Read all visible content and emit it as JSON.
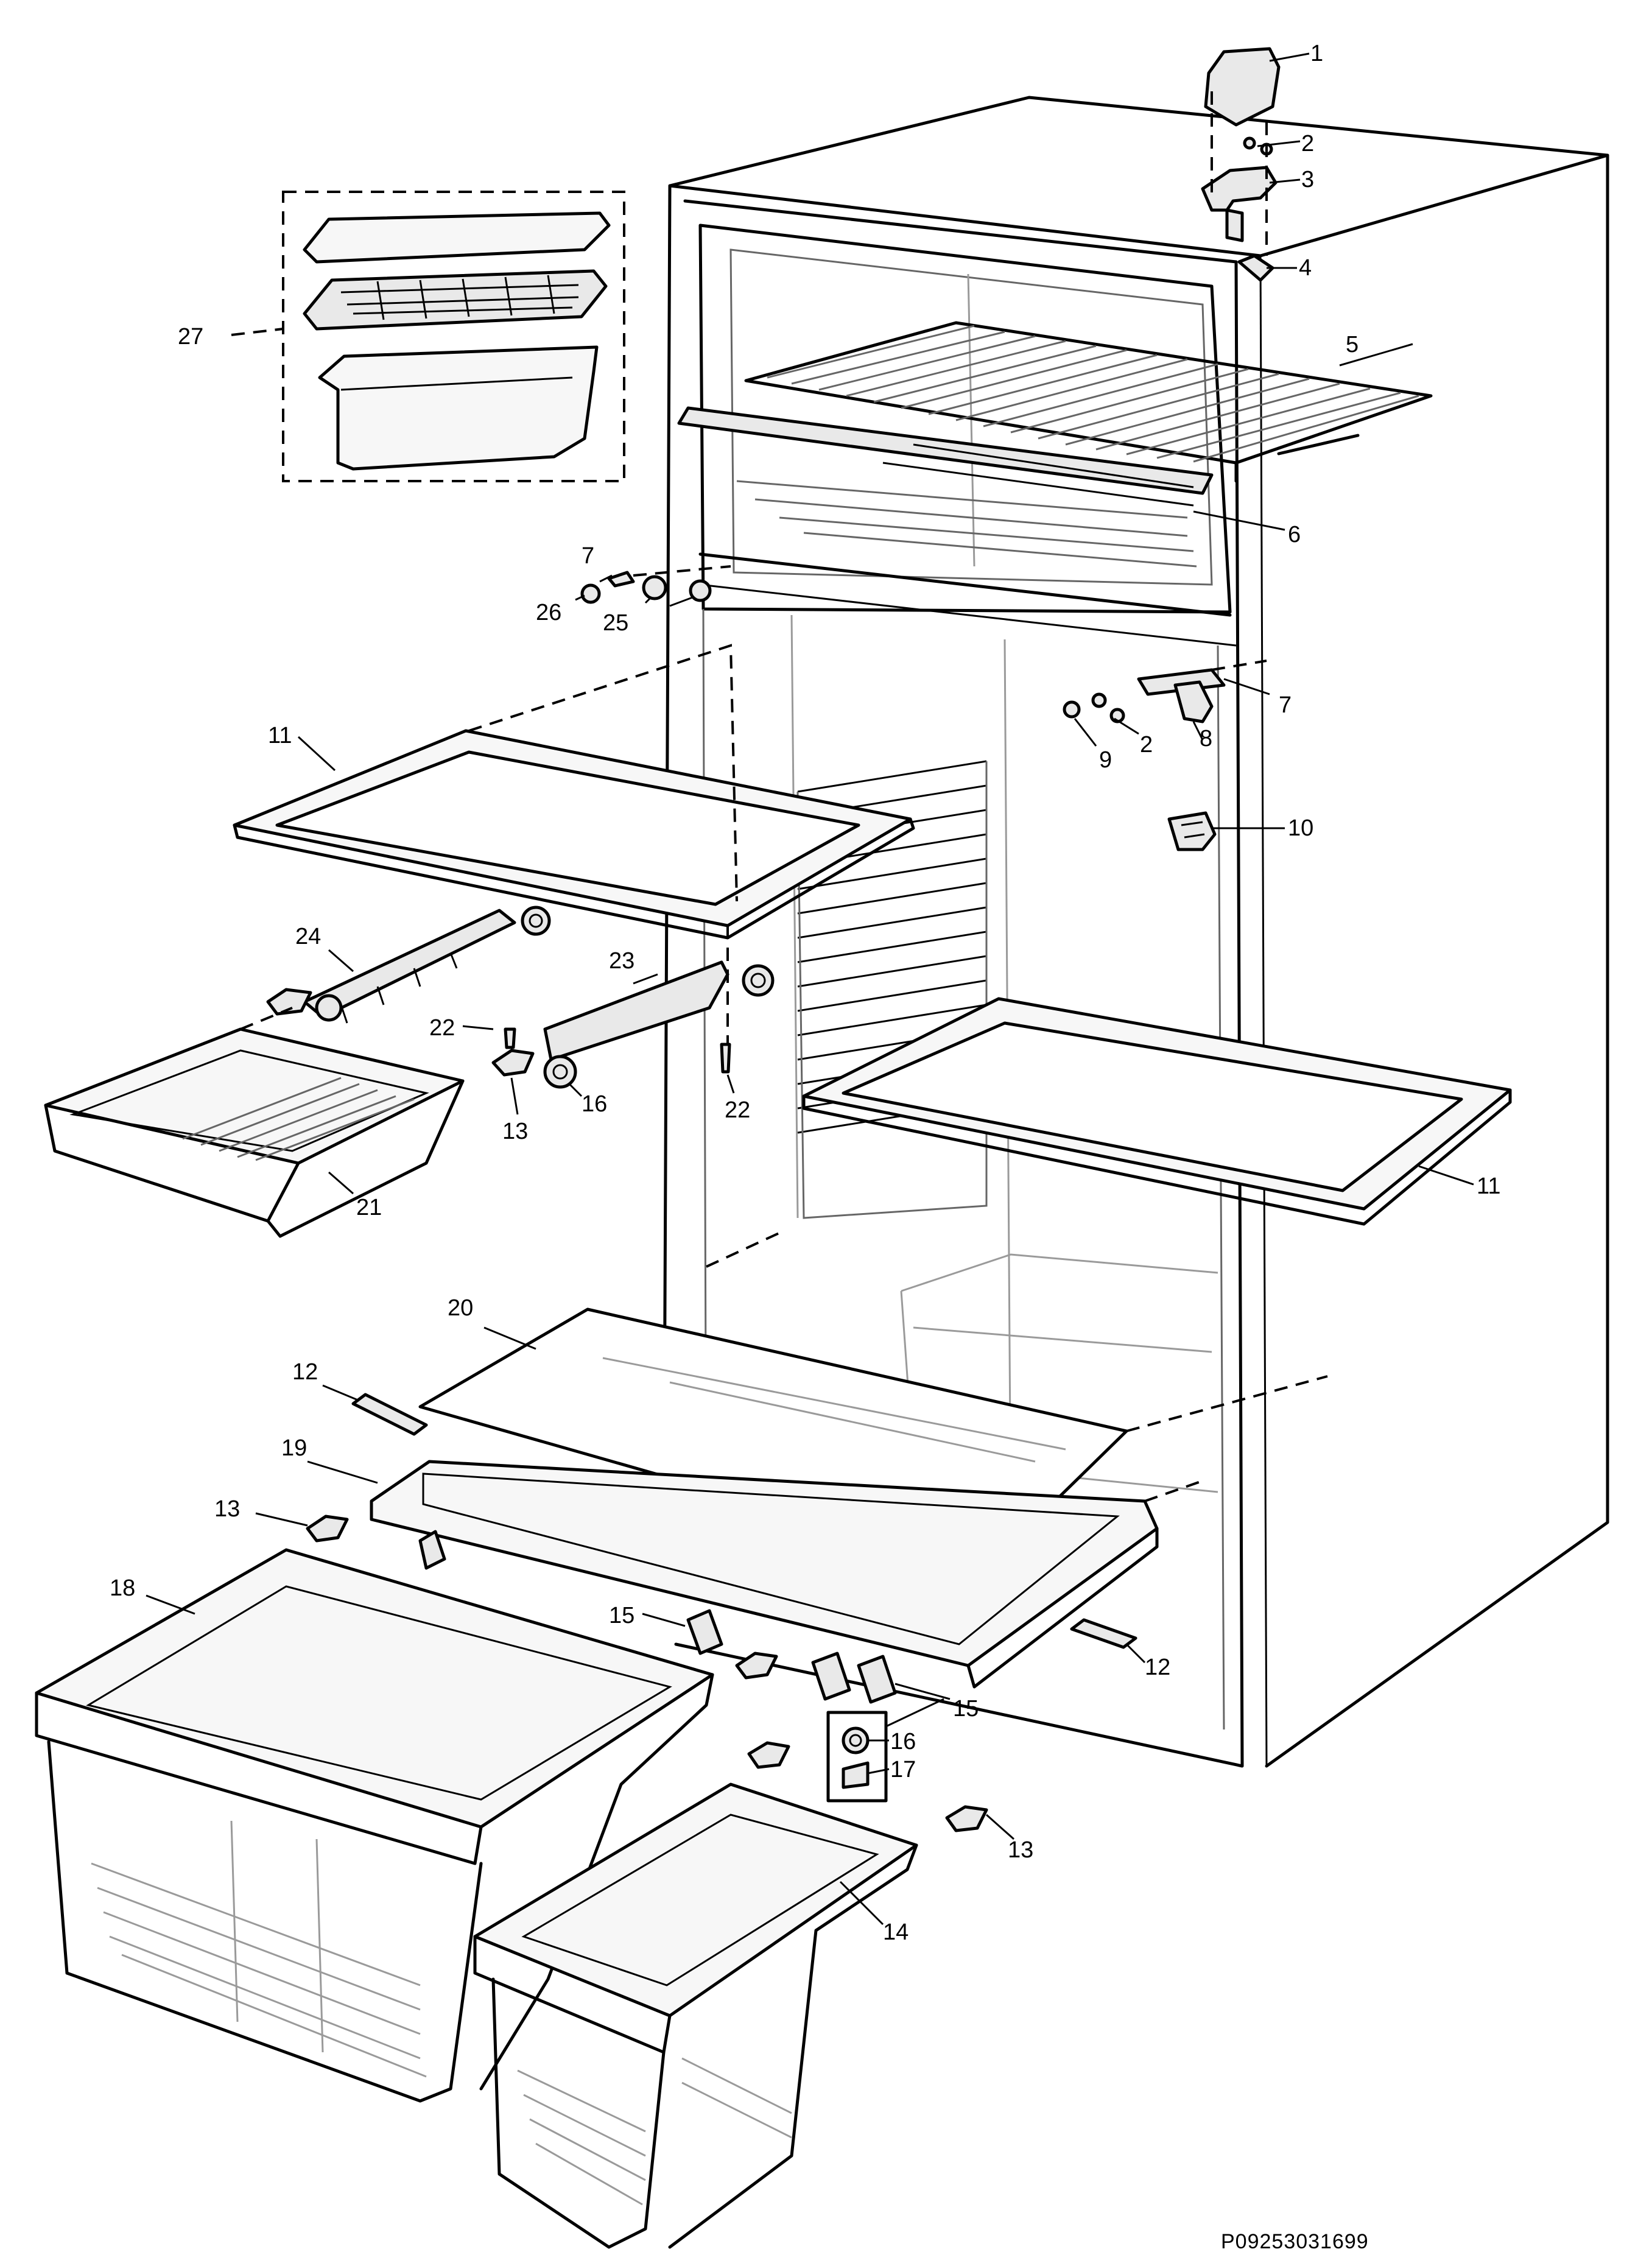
{
  "drawing_code": "P09253031699",
  "callouts": {
    "c1": "1",
    "c2a": "2",
    "c3": "3",
    "c4": "4",
    "c5": "5",
    "c6": "6",
    "c7a": "7",
    "c7b": "7",
    "c2b": "2",
    "c8": "8",
    "c9": "9",
    "c10": "10",
    "c26": "26",
    "c25": "25",
    "c27": "27",
    "c11a": "11",
    "c11b": "11",
    "c24": "24",
    "c23": "23",
    "c22a": "22",
    "c22b": "22",
    "c13a": "13",
    "c16a": "16",
    "c21": "21",
    "c20": "20",
    "c12a": "12",
    "c19": "19",
    "c13b": "13",
    "c18": "18",
    "c15a": "15",
    "c15b": "15",
    "c12b": "12",
    "c16b": "16",
    "c17": "17",
    "c13c": "13",
    "c14": "14"
  }
}
